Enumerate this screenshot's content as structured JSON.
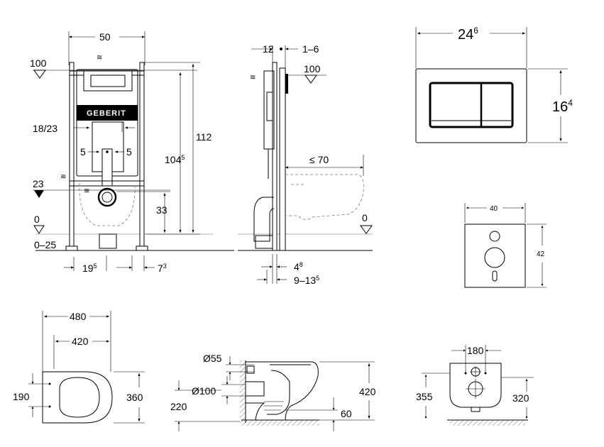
{
  "front_view": {
    "width_label": "50",
    "level_top": "100",
    "level_mid": "23",
    "level_zero": "0",
    "level_range": "0–25",
    "pipe_label": "18/23",
    "offset_left": "5",
    "offset_right": "5",
    "height_total": "112",
    "height_frame_main": "104",
    "height_frame_sup": "5",
    "height_outlet": "33",
    "bottom_left_main": "19",
    "bottom_left_sup": "5",
    "bottom_right_main": "7",
    "bottom_right_sup": "3",
    "logo_text": "GEBERIT"
  },
  "side_view": {
    "top_left": "12",
    "top_right": "1–6",
    "level_top": "100",
    "reach": "≤ 70",
    "level_zero": "0",
    "bottom_1_main": "4",
    "bottom_1_sup": "8",
    "bottom_2_main": "9–13",
    "bottom_2_sup": "5"
  },
  "flush_plate": {
    "width_main": "24",
    "width_sup": "6",
    "height_main": "16",
    "height_sup": "4"
  },
  "wall_plate": {
    "width": "40",
    "height": "42"
  },
  "bowl_top": {
    "width_outer": "480",
    "width_inner": "420",
    "fixing_spacing": "190",
    "depth": "360"
  },
  "bowl_side": {
    "water_inlet": "Ø55",
    "waste_outlet": "Ø100",
    "outlet_height": "220",
    "rim_height": "420",
    "base_offset": "60"
  },
  "bowl_back": {
    "fixing_width": "180",
    "height_left": "355",
    "height_right": "320"
  }
}
